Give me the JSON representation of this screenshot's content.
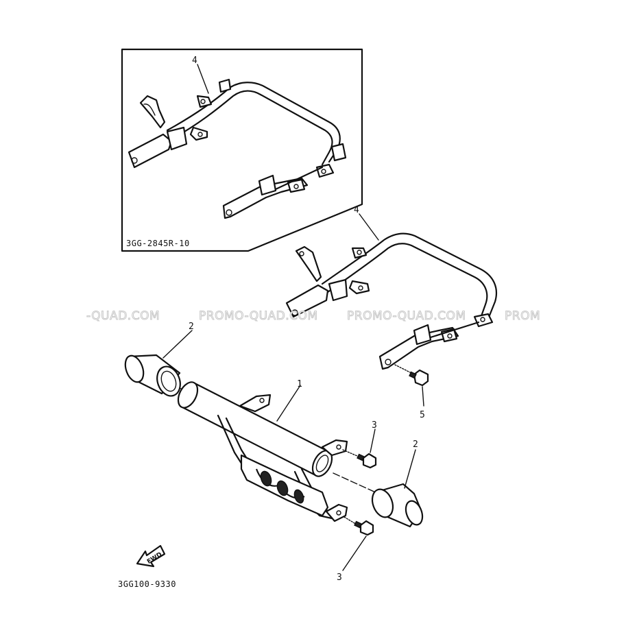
{
  "inset_code": "3GG-2845R-10",
  "diagram_code": "3GG100-9330",
  "watermark": {
    "text_1": "-QUAD.COM",
    "text_2": "PROMO-QUAD.COM",
    "text_3": "PROMO-QUAD.COM",
    "text_4": "PROM"
  },
  "fwd_label": "FWD",
  "callouts": {
    "inset_rack": "4",
    "rack": "4",
    "cap_left": "2",
    "bumper": "1",
    "bolt_upper": "3",
    "cap_right": "2",
    "bolt_lower": "3",
    "rack_bolt": "5"
  }
}
